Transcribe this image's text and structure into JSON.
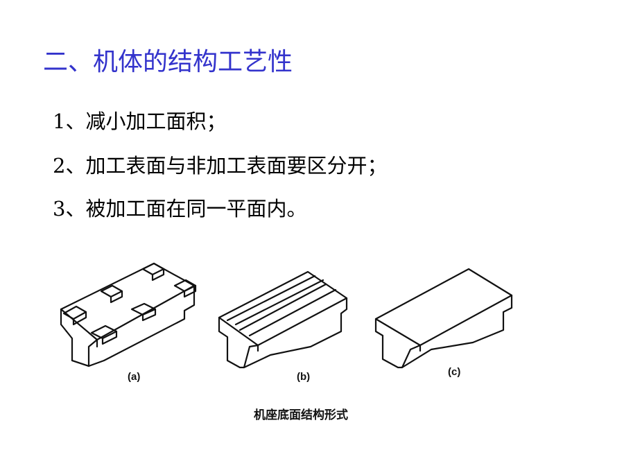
{
  "slide": {
    "title": "二、机体的结构工艺性",
    "points": [
      {
        "num": "1",
        "text": "、减小加工面积；"
      },
      {
        "num": "2",
        "text": "、加工表面与非加工表面要区分开；"
      },
      {
        "num": "3",
        "text": "、被加工面在同一平面内。"
      }
    ]
  },
  "figure": {
    "labels": [
      "(a)",
      "(b)",
      "(c)"
    ],
    "caption": "机座底面结构形式"
  },
  "colors": {
    "title": "#3333cc",
    "body_text": "#000000",
    "line_art": "#111111"
  }
}
